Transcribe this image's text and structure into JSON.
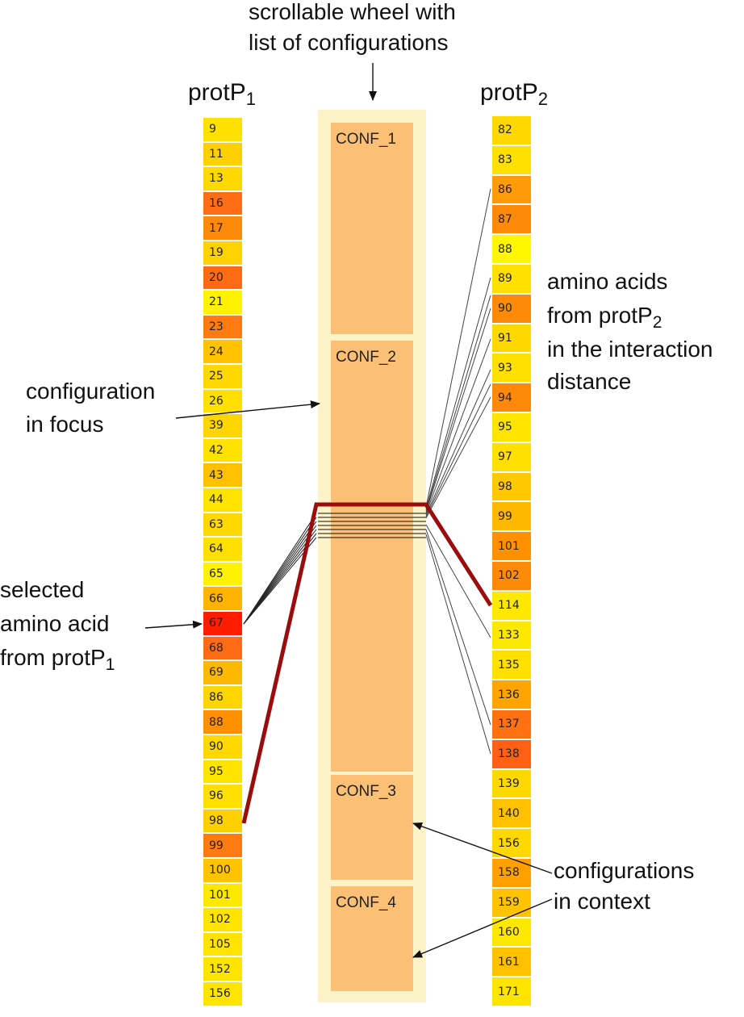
{
  "header": {
    "line1": "scrollable wheel with",
    "line2": "list of configurations"
  },
  "protein1": {
    "title_main": "protP",
    "title_sub": "1",
    "residues": [
      {
        "id": "9",
        "color": "#ffe100"
      },
      {
        "id": "11",
        "color": "#ffd000"
      },
      {
        "id": "13",
        "color": "#ffd800"
      },
      {
        "id": "16",
        "color": "#ff6e14"
      },
      {
        "id": "17",
        "color": "#ff8a0a"
      },
      {
        "id": "19",
        "color": "#ffd200"
      },
      {
        "id": "20",
        "color": "#ff6a14"
      },
      {
        "id": "21",
        "color": "#fff200"
      },
      {
        "id": "23",
        "color": "#ff7a10"
      },
      {
        "id": "24",
        "color": "#ffc300"
      },
      {
        "id": "25",
        "color": "#ffd800"
      },
      {
        "id": "26",
        "color": "#ffe000"
      },
      {
        "id": "39",
        "color": "#ffd500"
      },
      {
        "id": "42",
        "color": "#ffe200"
      },
      {
        "id": "43",
        "color": "#ffc000"
      },
      {
        "id": "44",
        "color": "#ffe400"
      },
      {
        "id": "63",
        "color": "#ffd800"
      },
      {
        "id": "64",
        "color": "#ffe000"
      },
      {
        "id": "65",
        "color": "#fff200"
      },
      {
        "id": "66",
        "color": "#ffb400"
      },
      {
        "id": "67",
        "color": "#ff1c00"
      },
      {
        "id": "68",
        "color": "#ff6a14"
      },
      {
        "id": "69",
        "color": "#ffb800"
      },
      {
        "id": "86",
        "color": "#ffd500"
      },
      {
        "id": "88",
        "color": "#ff9000"
      },
      {
        "id": "90",
        "color": "#ffd800"
      },
      {
        "id": "95",
        "color": "#ffe400"
      },
      {
        "id": "96",
        "color": "#ffe000"
      },
      {
        "id": "98",
        "color": "#ffd000"
      },
      {
        "id": "99",
        "color": "#ff7a10"
      },
      {
        "id": "100",
        "color": "#ffc300"
      },
      {
        "id": "101",
        "color": "#ffe800"
      },
      {
        "id": "102",
        "color": "#ffe400"
      },
      {
        "id": "105",
        "color": "#ffe400"
      },
      {
        "id": "152",
        "color": "#ffe400"
      },
      {
        "id": "156",
        "color": "#ffe400"
      }
    ]
  },
  "protein2": {
    "title_main": "protP",
    "title_sub": "2",
    "residues": [
      {
        "id": "82",
        "color": "#ffd800"
      },
      {
        "id": "83",
        "color": "#ffe000"
      },
      {
        "id": "86",
        "color": "#ff9a08"
      },
      {
        "id": "87",
        "color": "#ff8a0a"
      },
      {
        "id": "88",
        "color": "#fff600"
      },
      {
        "id": "89",
        "color": "#ffe000"
      },
      {
        "id": "90",
        "color": "#ff8a0a"
      },
      {
        "id": "91",
        "color": "#ffd800"
      },
      {
        "id": "93",
        "color": "#ffe000"
      },
      {
        "id": "94",
        "color": "#ff8a0a"
      },
      {
        "id": "95",
        "color": "#ffe400"
      },
      {
        "id": "97",
        "color": "#ffe000"
      },
      {
        "id": "98",
        "color": "#ffc800"
      },
      {
        "id": "99",
        "color": "#ffb800"
      },
      {
        "id": "101",
        "color": "#ff9000"
      },
      {
        "id": "102",
        "color": "#ff8a0a"
      },
      {
        "id": "114",
        "color": "#ffe800"
      },
      {
        "id": "133",
        "color": "#ffe800"
      },
      {
        "id": "135",
        "color": "#ffe000"
      },
      {
        "id": "136",
        "color": "#ffa400"
      },
      {
        "id": "137",
        "color": "#ff7010"
      },
      {
        "id": "138",
        "color": "#ff6014"
      },
      {
        "id": "139",
        "color": "#ffd800"
      },
      {
        "id": "140",
        "color": "#ffc000"
      },
      {
        "id": "156",
        "color": "#ffd800"
      },
      {
        "id": "158",
        "color": "#ffa000"
      },
      {
        "id": "159",
        "color": "#ffc300"
      },
      {
        "id": "160",
        "color": "#ffe800"
      },
      {
        "id": "161",
        "color": "#ffc000"
      },
      {
        "id": "171",
        "color": "#ffe400"
      }
    ]
  },
  "configurations": [
    {
      "label": "CONF_1"
    },
    {
      "label": "CONF_2"
    },
    {
      "label": "CONF_3"
    },
    {
      "label": "CONF_4"
    }
  ],
  "annotations": {
    "focus": [
      "configuration",
      "in focus"
    ],
    "selected": {
      "line1": "selected",
      "line2": "amino acid",
      "line3_main": "from protP",
      "line3_sub": "1"
    },
    "amino": {
      "line1": "amino acids",
      "line2_main": "from protP",
      "line2_sub": "2",
      "line3": "in the interaction",
      "line4": "distance"
    },
    "context": [
      "configurations",
      "in context"
    ]
  },
  "colors": {
    "wheel_background": "#fdf3c8",
    "configuration_fill": "#fbc076",
    "highlight_line": "#9b0d0d",
    "link_line": "#222222"
  }
}
